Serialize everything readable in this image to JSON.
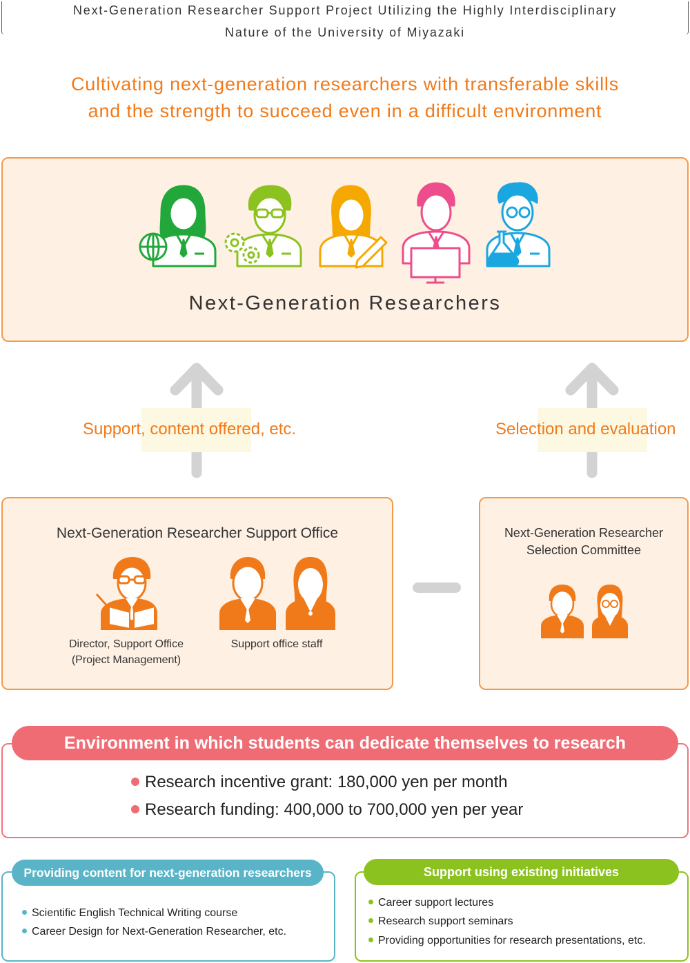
{
  "header": {
    "line1": "Next-Generation Researcher Support Project Utilizing the Highly Interdisciplinary",
    "line2": "Nature of the University of Miyazaki"
  },
  "tagline": {
    "line1": "Cultivating next-generation researchers with transferable skills",
    "line2": "and the strength to succeed even in a difficult environment"
  },
  "researchers": {
    "title": "Next-Generation Researchers",
    "icons": [
      "researcher-globe-icon",
      "researcher-gears-icon",
      "researcher-pen-icon",
      "researcher-monitor-icon",
      "researcher-flask-icon"
    ]
  },
  "arrows": {
    "left_label": "Support, content offered, etc.",
    "right_label": "Selection and evaluation"
  },
  "support_office": {
    "title": "Next-Generation Researcher Support Office",
    "director_line1": "Director, Support Office",
    "director_line2": "(Project Management)",
    "staff_label": "Support office staff"
  },
  "committee": {
    "title_line1": "Next-Generation Researcher",
    "title_line2": "Selection Committee"
  },
  "environment": {
    "title": "Environment in which students can dedicate themselves to research",
    "items": [
      "Research incentive grant: 180,000 yen per month",
      "Research funding: 400,000 to 700,000 yen per year"
    ]
  },
  "content_box": {
    "title": "Providing content for next-generation researchers",
    "items": [
      "Scientific English Technical Writing course",
      "Career Design for Next-Generation Researcher, etc."
    ]
  },
  "initiatives_box": {
    "title": "Support using existing initiatives",
    "items": [
      "Career support lectures",
      "Research support seminars",
      "Providing opportunities for research presentations, etc."
    ]
  },
  "colors": {
    "orange": "#f07a1a",
    "green": "#22a83a",
    "lime": "#8cc21f",
    "yellow": "#f5a800",
    "pink": "#ee4d8b",
    "cyan": "#1aa7e0",
    "red": "#f06c75",
    "teal": "#5ab4c8",
    "gray": "#d3d3d3"
  }
}
